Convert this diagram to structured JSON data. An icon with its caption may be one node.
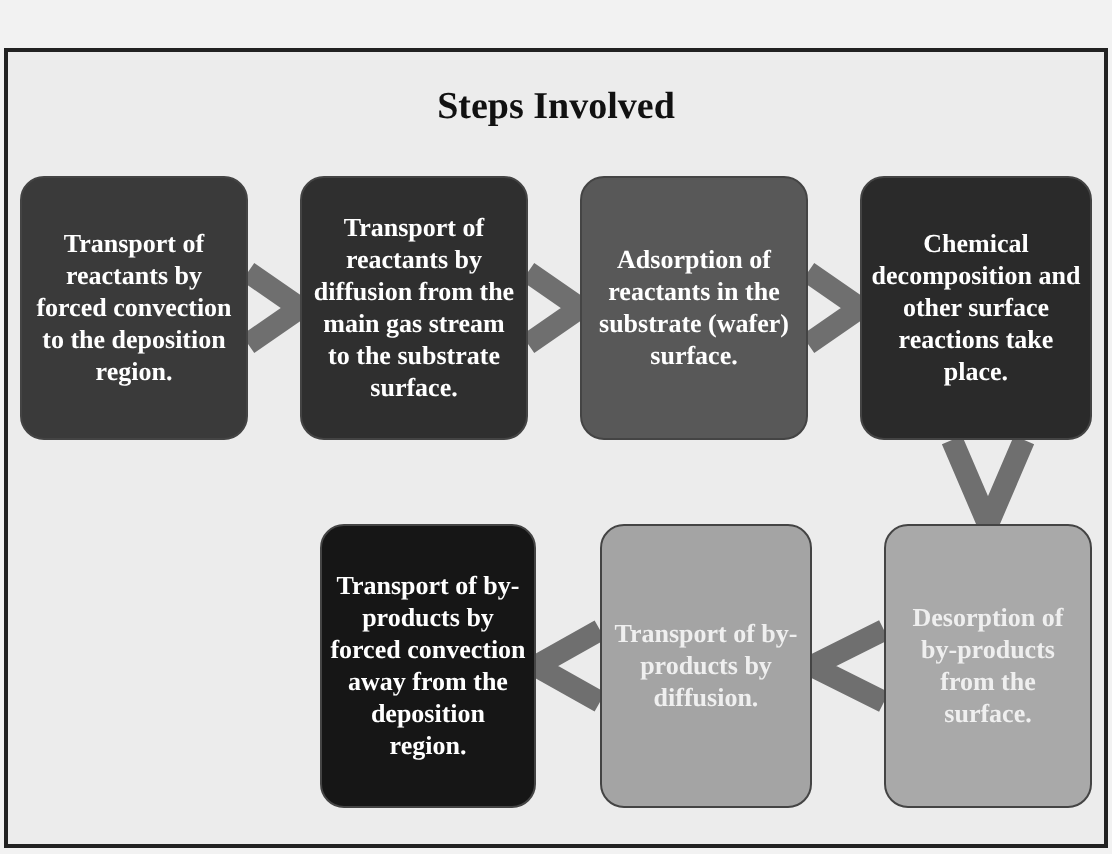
{
  "diagram": {
    "title": "Steps Involved",
    "nodes": [
      {
        "text": [
          "Transport of reactants by forced convection to the deposition region."
        ]
      },
      {
        "text": [
          "Transport of reactants by diffusion from the main gas stream to the substrate surface."
        ]
      },
      {
        "text": [
          "Adsorption of reactants in the substrate (wafer) surface."
        ]
      },
      {
        "text": [
          "Chemical decomposition and other surface reactions take place."
        ]
      },
      {
        "text": [
          "Desorption of by-products from the surface."
        ]
      },
      {
        "text": [
          "Transport of by-products by diffusion."
        ]
      },
      {
        "text": [
          "Transport of by-products by forced convection away from the deposition region."
        ]
      }
    ],
    "edges": [
      {
        "from": 0,
        "to": 1,
        "arrow": "to"
      },
      {
        "from": 1,
        "to": 2,
        "arrow": "to"
      },
      {
        "from": 2,
        "to": 3,
        "arrow": "to"
      },
      {
        "from": 3,
        "to": 4,
        "arrow": "to"
      },
      {
        "from": 4,
        "to": 5,
        "arrow": "to"
      },
      {
        "from": 5,
        "to": 6,
        "arrow": "to"
      }
    ]
  }
}
